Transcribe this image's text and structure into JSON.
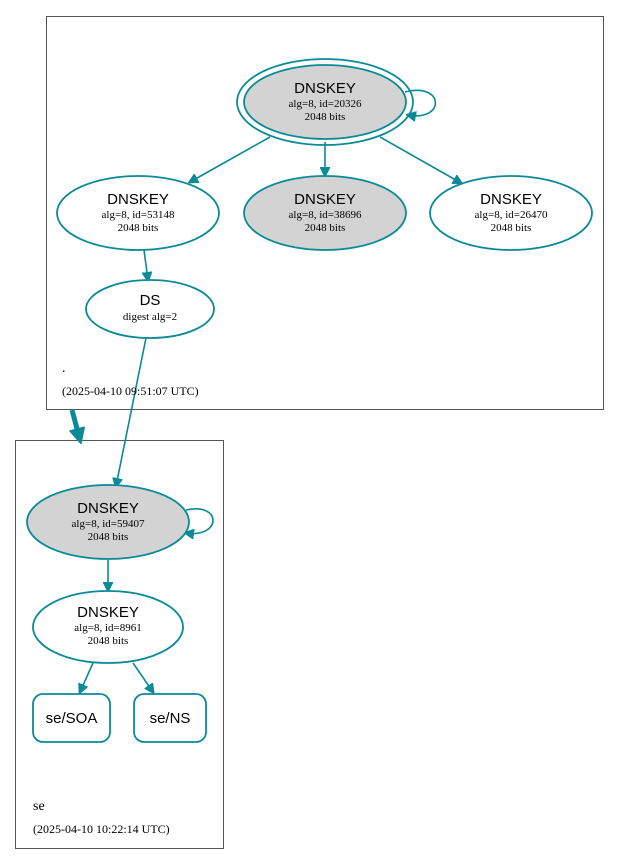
{
  "colors": {
    "edge": "#0a8a96",
    "sep_fill": "#d3d3d3",
    "plain_fill": "#ffffff",
    "cluster_border": "#555555"
  },
  "zones": {
    "root": {
      "name": ".",
      "timestamp": "(2025-04-10 09:51:07 UTC)"
    },
    "se": {
      "name": "se",
      "timestamp": "(2025-04-10 10:22:14 UTC)"
    }
  },
  "nodes": {
    "ksk_root": {
      "title": "DNSKEY",
      "line1": "alg=8, id=20326",
      "line2": "2048 bits"
    },
    "zsk_53148": {
      "title": "DNSKEY",
      "line1": "alg=8, id=53148",
      "line2": "2048 bits"
    },
    "key_38696": {
      "title": "DNSKEY",
      "line1": "alg=8, id=38696",
      "line2": "2048 bits"
    },
    "key_26470": {
      "title": "DNSKEY",
      "line1": "alg=8, id=26470",
      "line2": "2048 bits"
    },
    "ds_se": {
      "title": "DS",
      "line1": "digest alg=2"
    },
    "ksk_se": {
      "title": "DNSKEY",
      "line1": "alg=8, id=59407",
      "line2": "2048 bits"
    },
    "zsk_se": {
      "title": "DNSKEY",
      "line1": "alg=8, id=8961",
      "line2": "2048 bits"
    },
    "rr_soa": {
      "label": "se/SOA"
    },
    "rr_ns": {
      "label": "se/NS"
    }
  }
}
